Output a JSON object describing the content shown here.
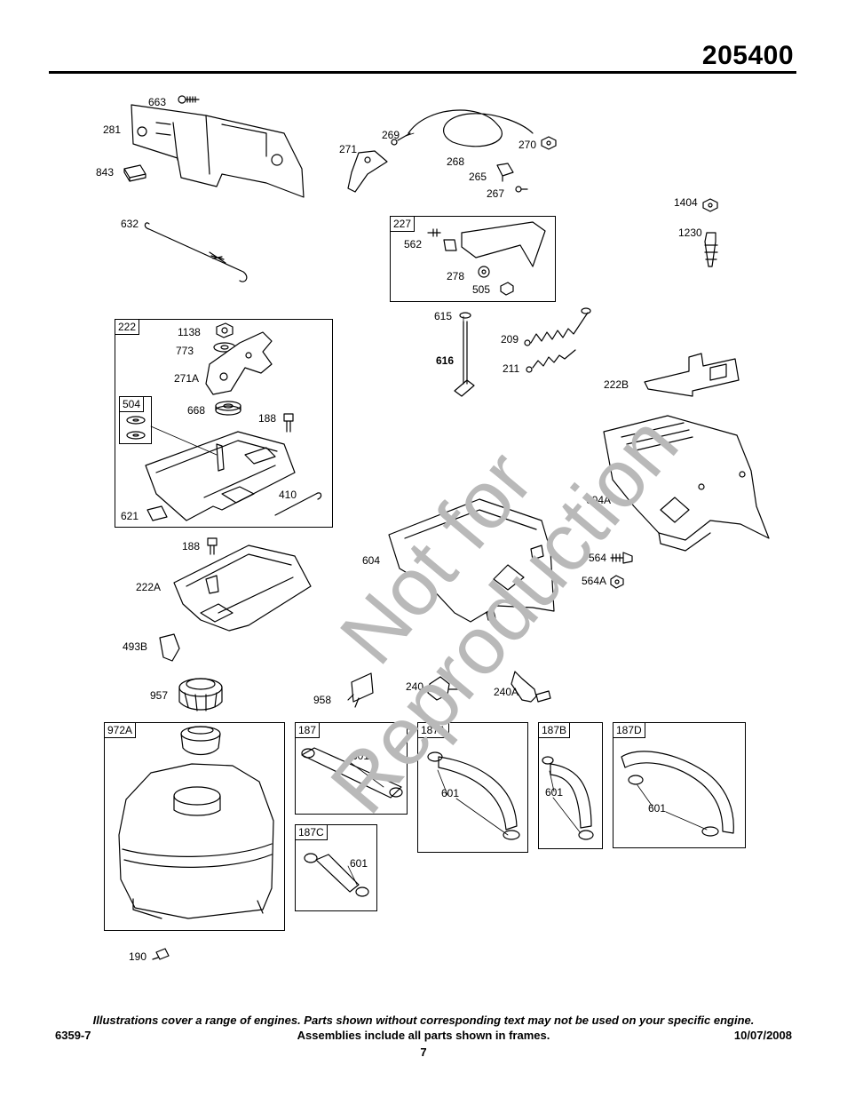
{
  "header": {
    "model": "205400"
  },
  "watermark": {
    "line1": "Not for",
    "line2": "Reproduction"
  },
  "frames": [
    {
      "id": "frame-222",
      "label": "222"
    },
    {
      "id": "frame-504",
      "label": "504"
    },
    {
      "id": "frame-227",
      "label": "227"
    },
    {
      "id": "frame-972a",
      "label": "972A"
    },
    {
      "id": "frame-187",
      "label": "187"
    },
    {
      "id": "frame-187a",
      "label": "187A"
    },
    {
      "id": "frame-187b",
      "label": "187B"
    },
    {
      "id": "frame-187d",
      "label": "187D"
    },
    {
      "id": "frame-187c",
      "label": "187C"
    }
  ],
  "callouts": [
    "663",
    "281",
    "843",
    "269",
    "271",
    "268",
    "270",
    "265",
    "267",
    "1404",
    "1230",
    "632",
    "562",
    "278",
    "505",
    "615",
    "616",
    "209",
    "211",
    "222B",
    "1138",
    "773",
    "271A",
    "668",
    "188",
    "410",
    "621",
    "604A",
    "604",
    "564",
    "564A",
    "188",
    "222A",
    "493B",
    "957",
    "958",
    "240",
    "240A",
    "601",
    "601",
    "601",
    "601",
    "601",
    "190"
  ],
  "footer": {
    "note": "Illustrations cover a range of engines. Parts shown without corresponding text may not be used on your specific engine.",
    "doc_number": "6359-7",
    "frames_note": "Assemblies include all parts shown in frames.",
    "date": "10/07/2008",
    "page": "7"
  }
}
